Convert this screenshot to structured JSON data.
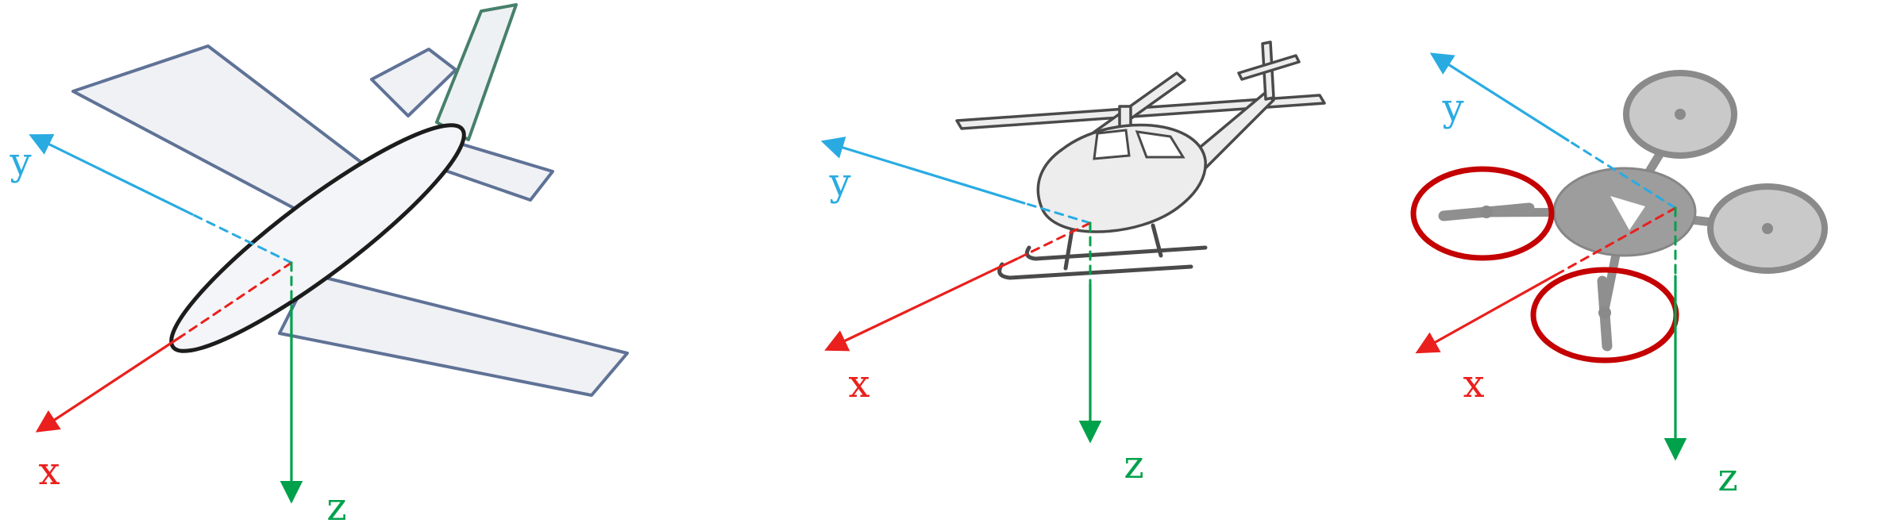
{
  "figure": {
    "axis_colors": {
      "x": "#e9201d",
      "y": "#29abe2",
      "z": "#00a14b"
    },
    "rotor_highlight_color": "#c40000",
    "panels": [
      {
        "id": "fixed-wing-airplane",
        "axis_labels": {
          "x": "x",
          "y": "y",
          "z": "z"
        }
      },
      {
        "id": "helicopter",
        "axis_labels": {
          "x": "x",
          "y": "y",
          "z": "z"
        }
      },
      {
        "id": "quadcopter",
        "axis_labels": {
          "x": "x",
          "y": "y",
          "z": "z"
        }
      }
    ]
  }
}
